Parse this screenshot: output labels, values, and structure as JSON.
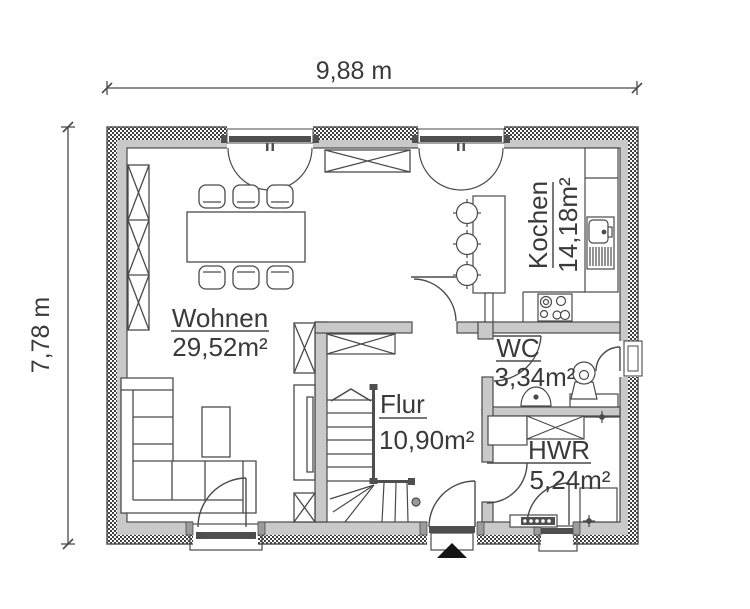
{
  "dimensions": {
    "width_label": "9,88 m",
    "height_label": "7,78 m"
  },
  "rooms": {
    "wohnen": {
      "name": "Wohnen",
      "area": "29,52m²"
    },
    "kochen": {
      "name": "Kochen",
      "area": "14,18m²"
    },
    "wc": {
      "name": "WC",
      "area": "3,34m²"
    },
    "flur": {
      "name": "Flur",
      "area": "10,90m²"
    },
    "hwr": {
      "name": "HWR",
      "area": "5,24m²"
    }
  },
  "colors": {
    "background": "#ffffff",
    "wall_fill": "#c9c9c9",
    "wall_hatch": "#3f3f3f",
    "line": "#4a4a4a",
    "dark_fill": "#4f4f4f",
    "text": "#3a3a3a"
  },
  "symbols": [
    "dining-table",
    "dining-chairs",
    "corner-sofa",
    "coffee-table",
    "tv-sideboard",
    "shelf-cabinets",
    "wardrobe",
    "staircase",
    "kitchen-island",
    "bar-stools",
    "kitchen-sink",
    "stove",
    "fridge-counter",
    "toilet",
    "washbasin",
    "washing-machine",
    "radiator",
    "entrance-arrow",
    "curtained-windows",
    "doors"
  ]
}
